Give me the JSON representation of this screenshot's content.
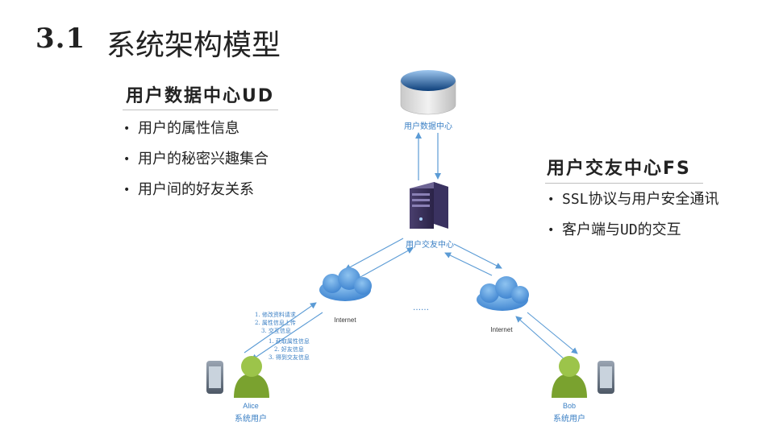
{
  "title": {
    "number": "3.1",
    "text": "系统架构模型"
  },
  "ud_section": {
    "heading": "用户数据中心UD",
    "bullets": [
      "用户的属性信息",
      "用户的秘密兴趣集合",
      "用户间的好友关系"
    ]
  },
  "fs_section": {
    "heading": "用户交友中心FS",
    "bullets": [
      "SSL协议与用户安全通讯",
      "客户端与UD的交互"
    ]
  },
  "diagram": {
    "db_label": "用户数据中心",
    "server_label": "用户交友中心",
    "cloud_left_label": "Internet",
    "cloud_right_label": "Internet",
    "ellipsis": "……",
    "upload_steps": [
      "1. 修改资料请求",
      "2. 属性信息上传",
      "3. 交互信息"
    ],
    "download_steps": [
      "1. 获取属性信息",
      "2. 好友信息",
      "3. 得到交友信息"
    ],
    "alice": {
      "name": "Alice",
      "role": "系统用户"
    },
    "bob": {
      "name": "Bob",
      "role": "系统用户"
    }
  },
  "colors": {
    "arrow": "#5b9bd5",
    "label_blue": "#3a7fc4",
    "user_green": "#8fb339",
    "cloud_blue": "#4a90d9"
  }
}
